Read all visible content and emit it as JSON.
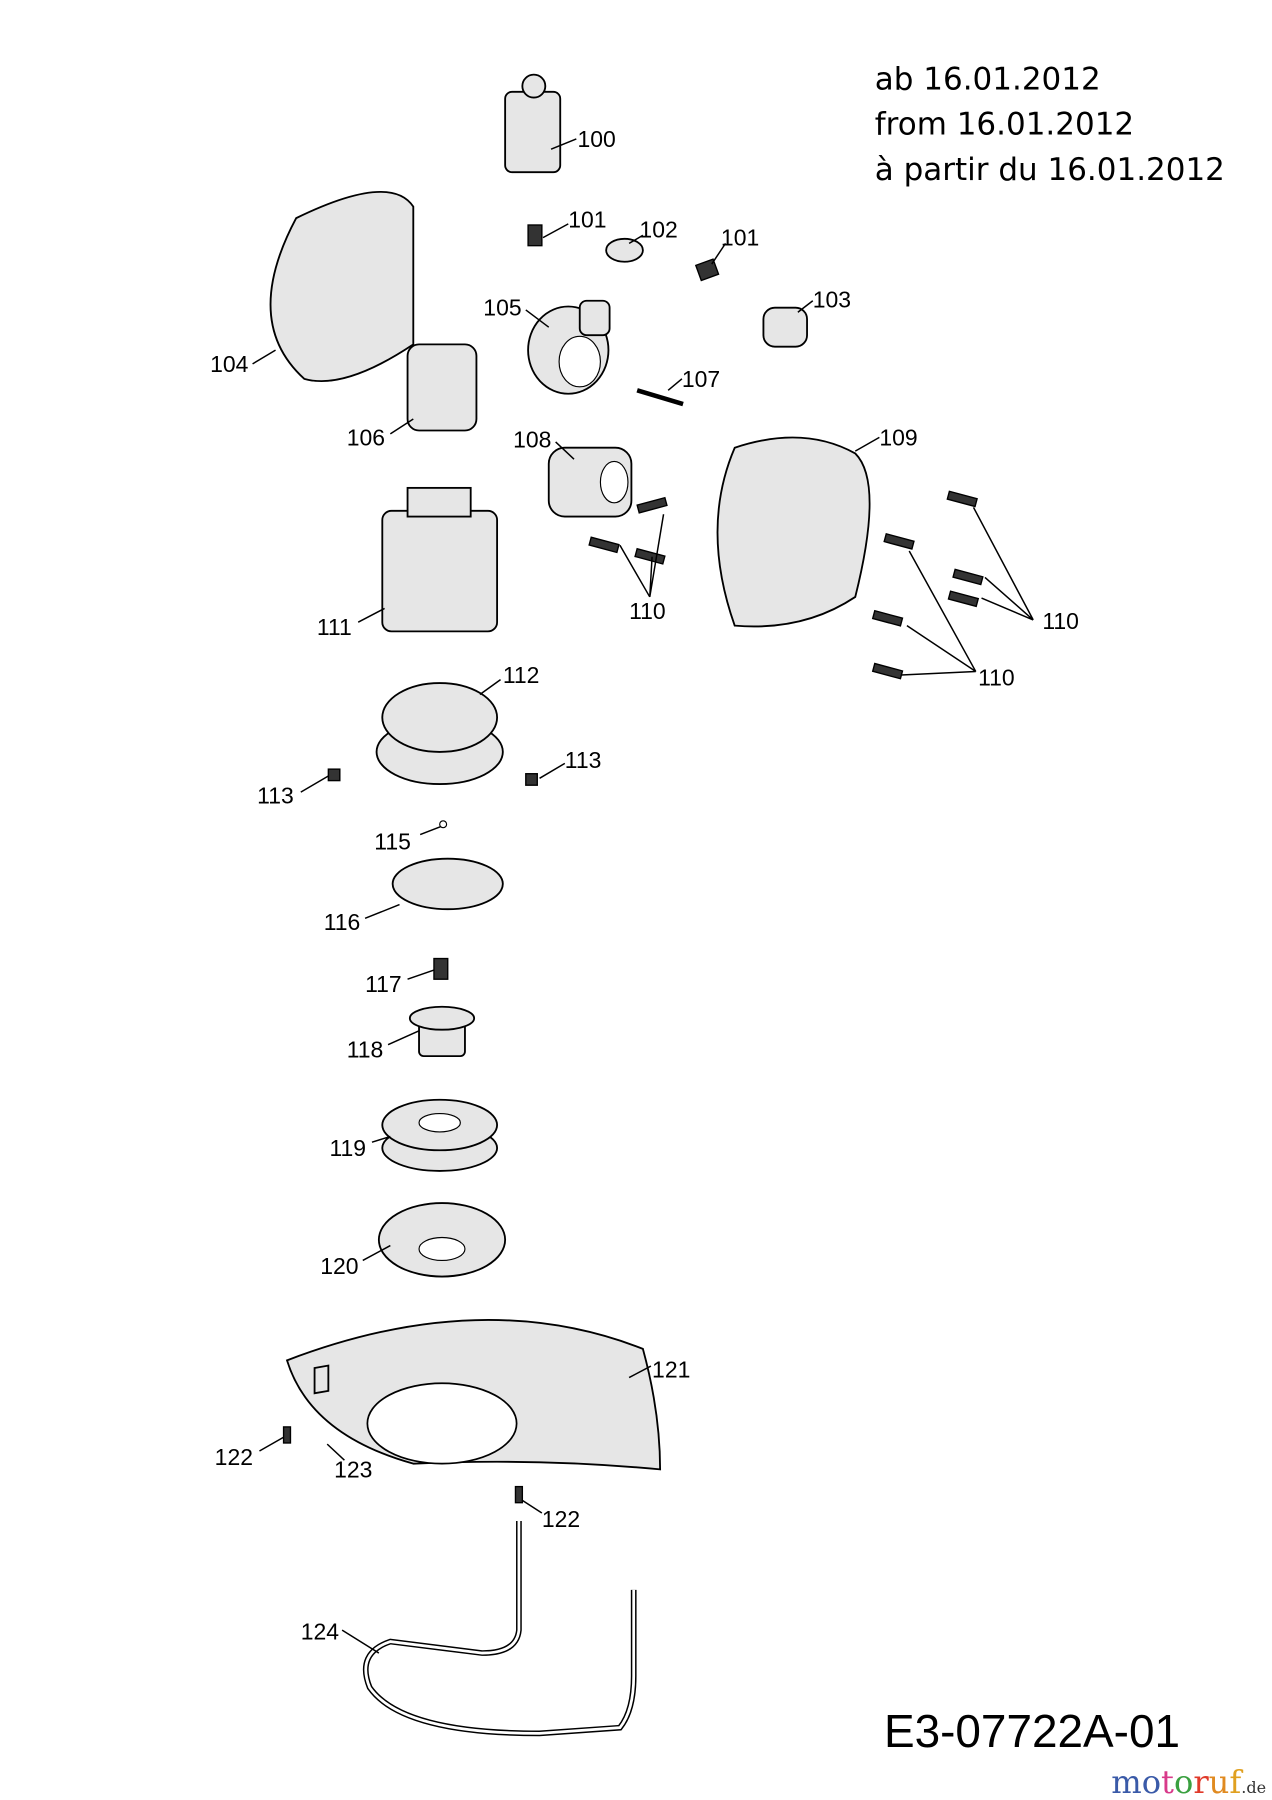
{
  "validity_note": [
    "ab 16.01.2012",
    "from 16.01.2012",
    "à partir du 16.01.2012"
  ],
  "diagram_code": "E3-07722A-01",
  "watermark": {
    "text": "motoruf",
    "suffix": ".de"
  },
  "labels": [
    "100",
    "101",
    "102",
    "101",
    "103",
    "105",
    "104",
    "107",
    "106",
    "108",
    "109",
    "110",
    "110",
    "111",
    "110",
    "112",
    "113",
    "113",
    "115",
    "116",
    "117",
    "118",
    "119",
    "120",
    "121",
    "122",
    "123",
    "122",
    "124"
  ]
}
